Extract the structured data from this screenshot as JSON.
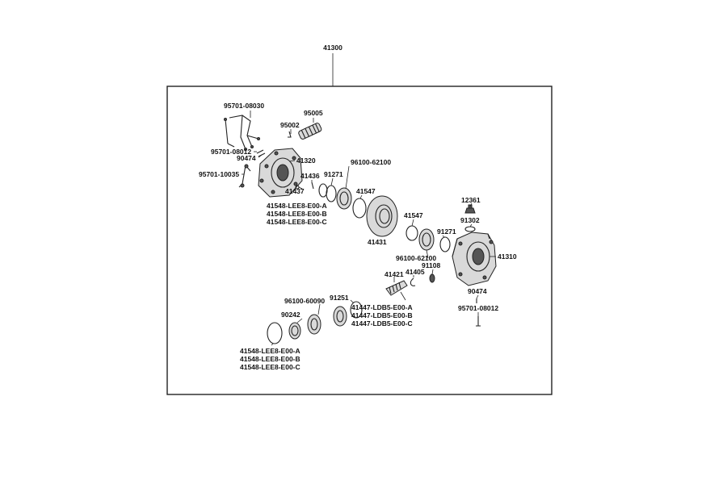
{
  "assembly_number": "41300",
  "labels": {
    "p95701_08030": "95701-08030",
    "p95005": "95005",
    "p95002": "95002",
    "p95701_08012_top": "95701-08012",
    "p90474_top": "90474",
    "p41320": "41320",
    "p95701_10035": "95701-10035",
    "p41436": "41436",
    "p91271_left": "91271",
    "p96100_62100_top": "96100-62100",
    "p41437": "41437",
    "p41548_a_top": "41548-LEE8-E00-A",
    "p41548_b_top": "41548-LEE8-E00-B",
    "p41548_c_top": "41548-LEE8-E00-C",
    "p41547_a": "41547",
    "p41431": "41431",
    "p41547_b": "41547",
    "p91271_right": "91271",
    "p96100_62100_mid": "96100-62100",
    "p12361": "12361",
    "p91302": "91302",
    "p41310": "41310",
    "p91108": "91108",
    "p41405": "41405",
    "p41421": "41421",
    "p96100_60090": "96100-60090",
    "p91251": "91251",
    "p90242": "90242",
    "p41447_a": "41447-LDB5-E00-A",
    "p41447_b": "41447-LDB5-E00-B",
    "p41447_c": "41447-LDB5-E00-C",
    "p90474_bot": "90474",
    "p95701_08012_bot": "95701-08012",
    "p41548_a_bot": "41548-LEE8-E00-A",
    "p41548_b_bot": "41548-LEE8-E00-B",
    "p41548_c_bot": "41548-LEE8-E00-C"
  }
}
